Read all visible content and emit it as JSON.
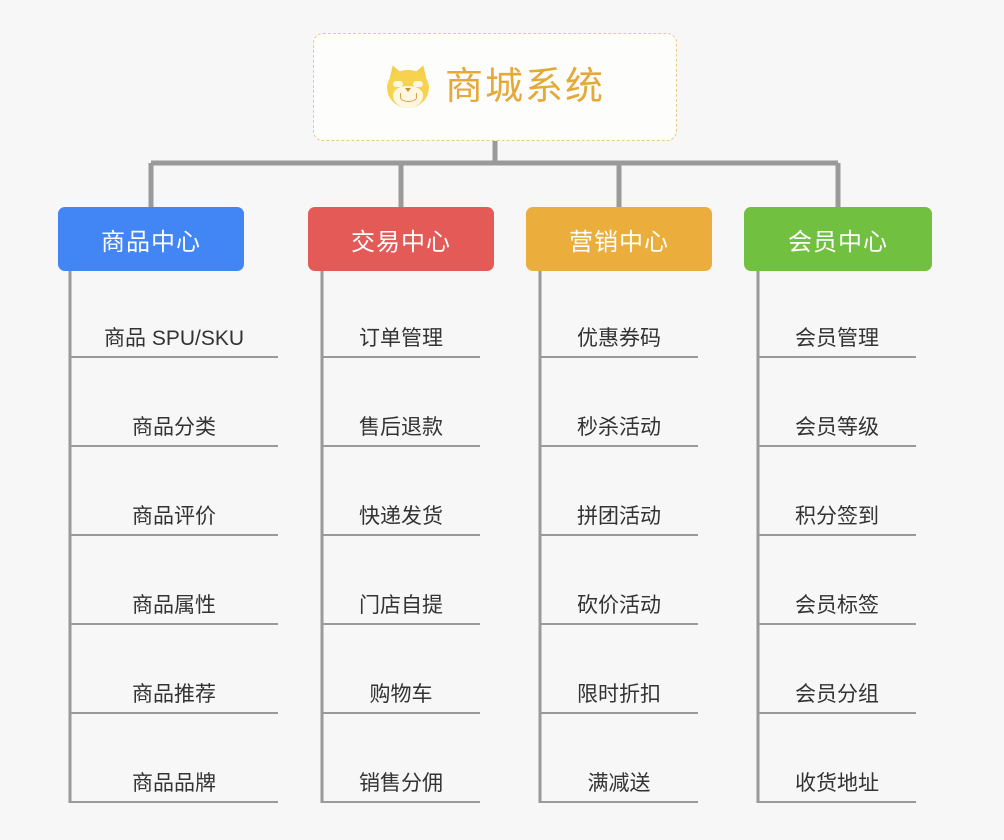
{
  "root": {
    "title": "商城系统",
    "icon": "shiba-inu-dog-icon",
    "title_color": "#e5a93a",
    "border_color": "#e8c98b"
  },
  "connector_color": "#9a9a9a",
  "columns": [
    {
      "id": "product-center",
      "label": "商品中心",
      "color": "#4285f4",
      "items": [
        "商品 SPU/SKU",
        "商品分类",
        "商品评价",
        "商品属性",
        "商品推荐",
        "商品品牌"
      ]
    },
    {
      "id": "trade-center",
      "label": "交易中心",
      "color": "#e35a57",
      "items": [
        "订单管理",
        "售后退款",
        "快递发货",
        "门店自提",
        "购物车",
        "销售分佣"
      ]
    },
    {
      "id": "marketing-center",
      "label": "营销中心",
      "color": "#ebae3c",
      "items": [
        "优惠券码",
        "秒杀活动",
        "拼团活动",
        "砍价活动",
        "限时折扣",
        "满减送"
      ]
    },
    {
      "id": "member-center",
      "label": "会员中心",
      "color": "#72c040",
      "items": [
        "会员管理",
        "会员等级",
        "积分签到",
        "会员标签",
        "会员分组",
        "收货地址"
      ]
    }
  ]
}
